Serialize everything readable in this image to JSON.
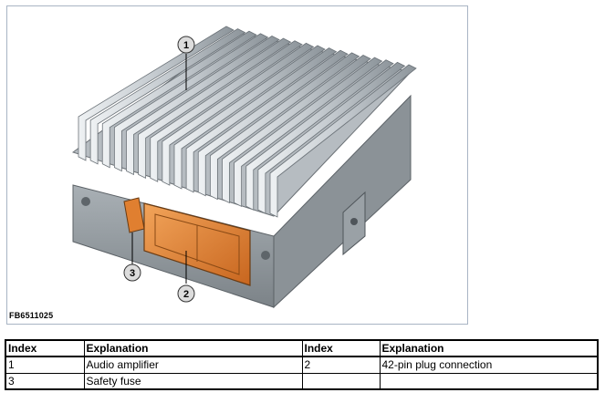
{
  "figure": {
    "code": "FB6511025",
    "callouts": [
      "1",
      "2",
      "3"
    ]
  },
  "legend": {
    "headers": [
      "Index",
      "Explanation",
      "Index",
      "Explanation"
    ],
    "rows": [
      [
        "1",
        "Audio amplifier",
        "2",
        "42-pin plug connection"
      ],
      [
        "3",
        "Safety fuse",
        "",
        ""
      ]
    ]
  },
  "colors": {
    "body_gray": "#8f969b",
    "fin_light": "#d3d8dc",
    "connector_orange": "#e48a3c",
    "frame_border": "#a8b4c4"
  }
}
